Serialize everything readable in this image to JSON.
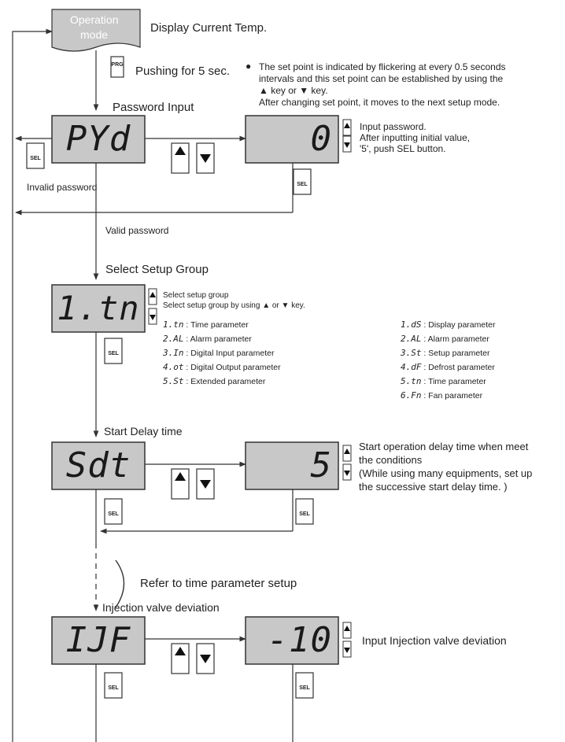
{
  "operation_mode": {
    "label_line1": "Operation",
    "label_line2": "mode",
    "description": "Display Current Temp."
  },
  "prg": {
    "key_label": "PRG",
    "text": "Pushing for 5 sec."
  },
  "note": {
    "bullet": "●",
    "lines": [
      "The set point is indicated by flickering at every 0.5 seconds",
      "intervals and this set point can be established by using the",
      "▲ key or ▼ key.",
      "After changing set point, it moves to the next setup mode."
    ]
  },
  "password": {
    "title": "Password Input",
    "display_code": "PYd",
    "value_display": "0",
    "hint_lines": [
      "Input password.",
      "After inputting initial value,",
      "'5', push SEL button."
    ],
    "invalid": "Invalid password",
    "valid": "Valid password"
  },
  "setup_group": {
    "title": "Select Setup Group",
    "display_code": "1.tn",
    "hint_lines": [
      "Select setup group",
      "Select setup group by using ▲ or ▼ key."
    ],
    "left_list": [
      {
        "code": "1.tn",
        "label": ": Time parameter"
      },
      {
        "code": "2.AL",
        "label": ": Alarm parameter"
      },
      {
        "code": "3.In",
        "label": ": Digital Input parameter"
      },
      {
        "code": "4.ot",
        "label": ": Digital Output parameter"
      },
      {
        "code": "5.St",
        "label": ": Extended parameter"
      }
    ],
    "right_list": [
      {
        "code": "1.dS",
        "label": ": Display parameter"
      },
      {
        "code": "2.AL",
        "label": ": Alarm parameter"
      },
      {
        "code": "3.St",
        "label": ": Setup parameter"
      },
      {
        "code": "4.dF",
        "label": ": Defrost parameter"
      },
      {
        "code": "5.tn",
        "label": ": Time parameter"
      },
      {
        "code": "6.Fn",
        "label": ": Fan parameter"
      }
    ]
  },
  "start_delay": {
    "title": "Start Delay time",
    "display_code": "Sdt",
    "value_display": "5",
    "hint_lines": [
      "Start operation delay time when meet",
      "the conditions",
      "(While using many equipments, set up",
      "the successive start delay time. )"
    ]
  },
  "refer": {
    "text": "Refer to time parameter setup"
  },
  "injection": {
    "title": "Injection valve deviation",
    "display_code": "IJF",
    "value_display": "-10",
    "hint": "Input Injection valve deviation"
  },
  "keys": {
    "sel": "SEL",
    "up": "▲",
    "down": "▼"
  },
  "colors": {
    "display_bg": "#c8c8c8",
    "line": "#333333",
    "seg": "#1a1a1a"
  }
}
